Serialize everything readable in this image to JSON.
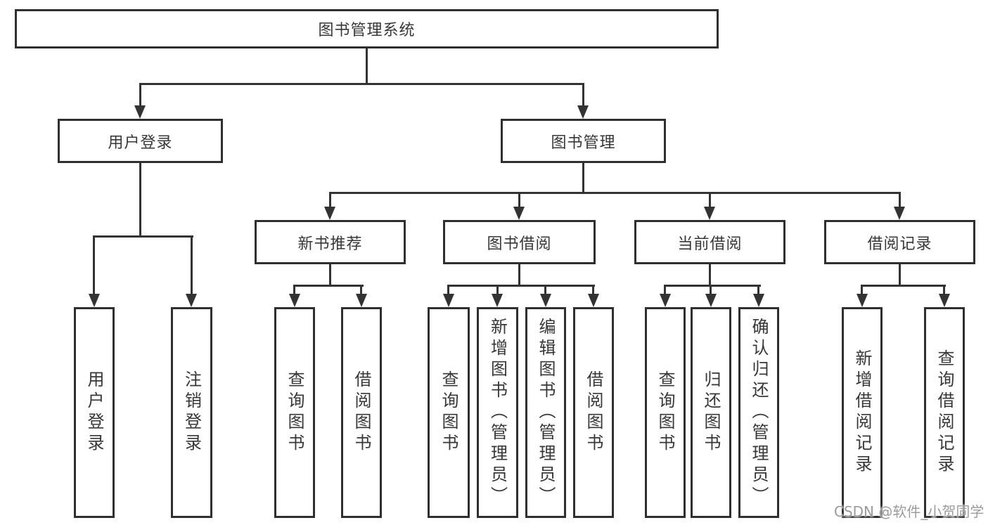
{
  "diagram": {
    "title": "图书管理系统",
    "watermark": "CSDN @软件_小贺同学",
    "colors": {
      "background": "#ffffff",
      "line": "#333333",
      "node_border": "#2f2f2f",
      "node_text": "#373737",
      "watermark": "#9b9b9b"
    },
    "nodes": [
      {
        "id": "root",
        "label": "图书管理系统",
        "parent": null,
        "text_direction": "horizontal"
      },
      {
        "id": "login",
        "label": "用户登录",
        "parent": "root",
        "text_direction": "horizontal"
      },
      {
        "id": "mgmt",
        "label": "图书管理",
        "parent": "root",
        "text_direction": "horizontal"
      },
      {
        "id": "login-user",
        "label": "用户登录",
        "parent": "login",
        "text_direction": "vertical"
      },
      {
        "id": "login-logout",
        "label": "注销登录",
        "parent": "login",
        "text_direction": "vertical"
      },
      {
        "id": "recommend",
        "label": "新书推荐",
        "parent": "mgmt",
        "text_direction": "horizontal"
      },
      {
        "id": "borrowing",
        "label": "图书借阅",
        "parent": "mgmt",
        "text_direction": "horizontal"
      },
      {
        "id": "current",
        "label": "当前借阅",
        "parent": "mgmt",
        "text_direction": "horizontal"
      },
      {
        "id": "records",
        "label": "借阅记录",
        "parent": "mgmt",
        "text_direction": "horizontal"
      },
      {
        "id": "recommend-query",
        "label": "查询图书",
        "parent": "recommend",
        "text_direction": "vertical"
      },
      {
        "id": "recommend-borrow",
        "label": "借阅图书",
        "parent": "recommend",
        "text_direction": "vertical"
      },
      {
        "id": "borrowing-query",
        "label": "查询图书",
        "parent": "borrowing",
        "text_direction": "vertical"
      },
      {
        "id": "borrowing-add",
        "label": "新增图书（管理员）",
        "parent": "borrowing",
        "text_direction": "vertical"
      },
      {
        "id": "borrowing-edit",
        "label": "编辑图书（管理员）",
        "parent": "borrowing",
        "text_direction": "vertical"
      },
      {
        "id": "borrowing-borrow",
        "label": "借阅图书",
        "parent": "borrowing",
        "text_direction": "vertical"
      },
      {
        "id": "current-query",
        "label": "查询图书",
        "parent": "current",
        "text_direction": "vertical"
      },
      {
        "id": "current-return",
        "label": "归还图书",
        "parent": "current",
        "text_direction": "vertical"
      },
      {
        "id": "current-confirm",
        "label": "确认归还（管理员）",
        "parent": "current",
        "text_direction": "vertical"
      },
      {
        "id": "records-add",
        "label": "新增借阅记录",
        "parent": "records",
        "text_direction": "vertical"
      },
      {
        "id": "records-query",
        "label": "查询借阅记录",
        "parent": "records",
        "text_direction": "vertical"
      }
    ]
  }
}
